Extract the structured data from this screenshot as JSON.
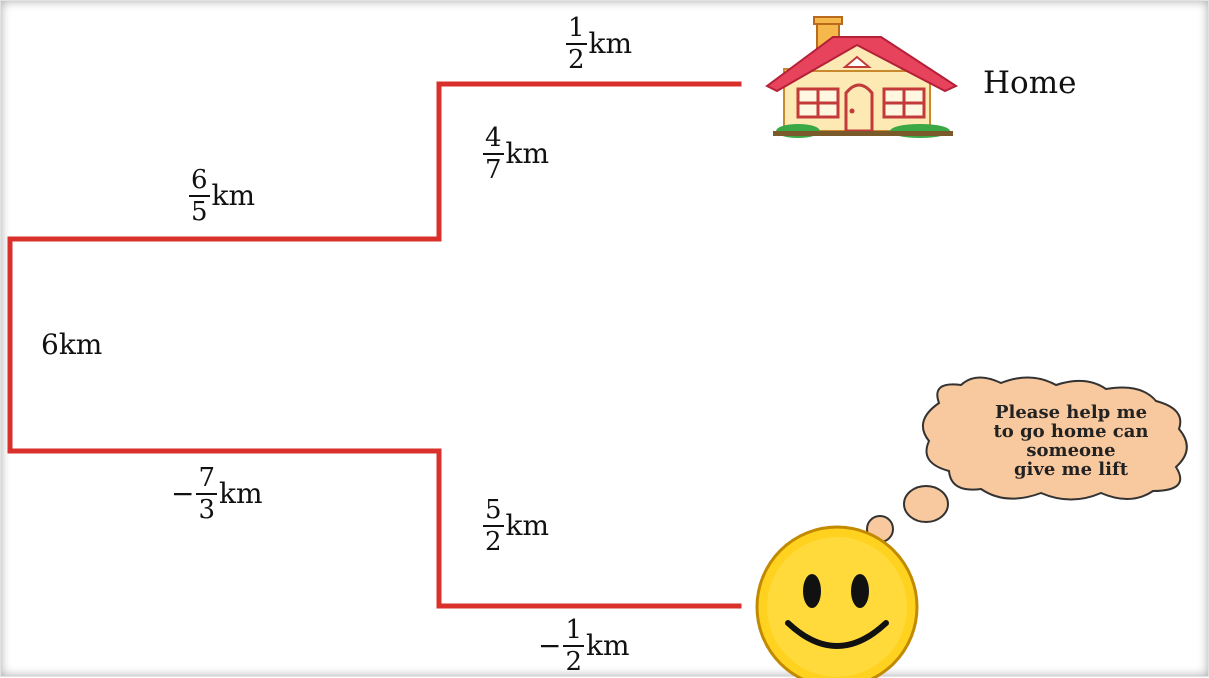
{
  "route": {
    "segments": [
      {
        "id": "seg-top-right",
        "sign": "",
        "numerator": "1",
        "denominator": "2",
        "unit": "km"
      },
      {
        "id": "seg-top-vertical",
        "sign": "",
        "numerator": "4",
        "denominator": "7",
        "unit": "km"
      },
      {
        "id": "seg-top-left",
        "sign": "",
        "numerator": "6",
        "denominator": "5",
        "unit": "km"
      },
      {
        "id": "seg-left-vertical",
        "value": "6",
        "unit": "km"
      },
      {
        "id": "seg-bottom-left",
        "sign": "−",
        "numerator": "7",
        "denominator": "3",
        "unit": "km"
      },
      {
        "id": "seg-bottom-vertical",
        "sign": "",
        "numerator": "5",
        "denominator": "2",
        "unit": "km"
      },
      {
        "id": "seg-bottom-right",
        "sign": "−",
        "numerator": "1",
        "denominator": "2",
        "unit": "km"
      }
    ],
    "line_color": "#d9302b"
  },
  "home": {
    "label": "Home",
    "icon": "house-icon"
  },
  "person": {
    "icon": "smiley-face-icon",
    "thought": "Please help me to go home can someone give me lift",
    "thought_lines": [
      "Please help me",
      "to go home can",
      "someone",
      "give me lift"
    ],
    "bubble_color": "#f8c89e",
    "face_color": "#ffd21f"
  }
}
